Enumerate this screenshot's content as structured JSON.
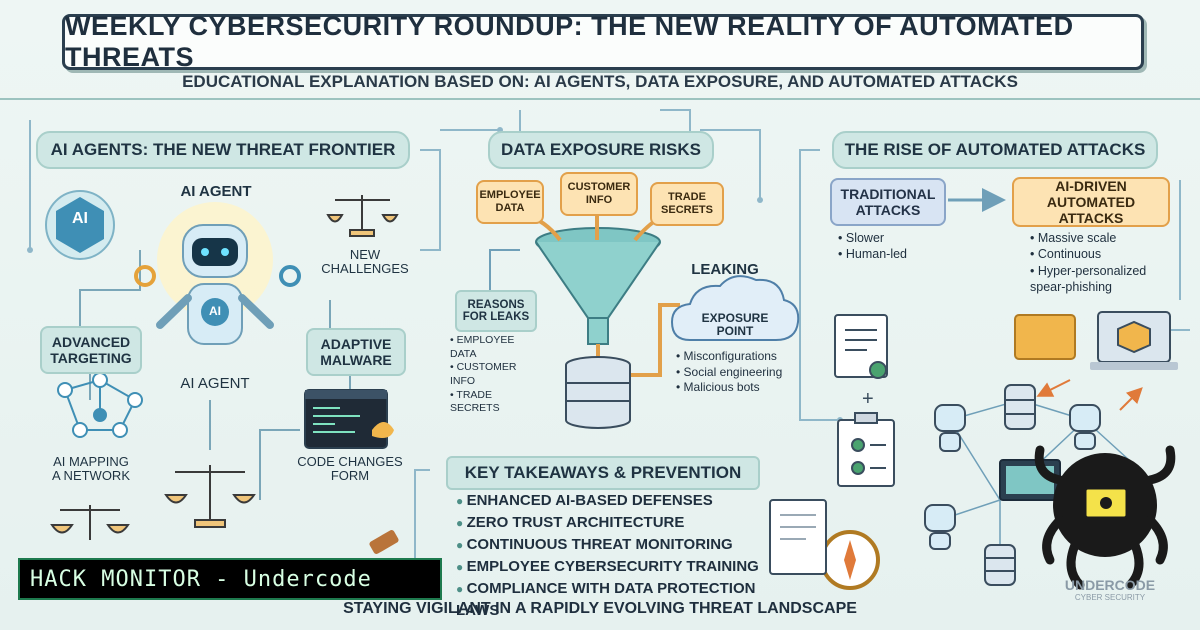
{
  "title": "WEEKLY CYBERSECURITY ROUNDUP: THE NEW REALITY OF AUTOMATED THREATS",
  "subtitle": "EDUCATIONAL EXPLANATION BASED ON: AI AGENTS, DATA EXPOSURE, AND AUTOMATED ATTACKS",
  "ai_section": {
    "heading": "AI AGENTS: THE NEW THREAT FRONTIER",
    "agent_label_top": "AI AGENT",
    "agent_label_bottom": "AI AGENT",
    "ai_icon_text": "AI",
    "robot_chest_text": "AI",
    "new_challenges": "NEW\nCHALLENGES",
    "advanced_targeting": "ADVANCED\nTARGETING",
    "adaptive_malware": "ADAPTIVE\nMALWARE",
    "ai_mapping": "AI MAPPING\nA NETWORK",
    "code_changes": "CODE CHANGES\nFORM"
  },
  "data_section": {
    "heading": "DATA EXPOSURE RISKS",
    "employee_data": "EMPLOYEE\nDATA",
    "customer_info": "CUSTOMER\nINFO",
    "trade_secrets": "TRADE\nSECRETS",
    "leaking": "LEAKING",
    "reasons_title": "REASONS\nFOR LEAKS",
    "reasons": [
      "EMPLOYEE DATA",
      "CUSTOMER INFO",
      "TRADE SECRETS"
    ],
    "exposure_point": "EXPOSURE\nPOINT",
    "exposure_items": [
      "Misconfigurations",
      "Social engineering",
      "Malicious bots"
    ]
  },
  "auto_section": {
    "heading": "THE RISE OF AUTOMATED ATTACKS",
    "traditional": "TRADITIONAL\nATTACKS",
    "traditional_items": [
      "Slower",
      "Human-led"
    ],
    "ai_driven": "AI-DRIVEN\nAUTOMATED ATTACKS",
    "ai_driven_items": [
      "Massive scale",
      "Continuous",
      "Hyper-personalized spear-phishing"
    ]
  },
  "takeaways": {
    "heading": "KEY TAKEAWAYS & PREVENTION",
    "items": [
      "ENHANCED AI-BASED DEFENSES",
      "ZERO TRUST ARCHITECTURE",
      "CONTINUOUS THREAT MONITORING",
      "EMPLOYEE CYBERSECURITY TRAINING",
      "COMPLIANCE WITH DATA PROTECTION LAWS"
    ]
  },
  "footer": "STAYING VIGILANT IN A RAPIDLY EVOLVING THREAT LANDSCAPE",
  "watermark_badge": "HACK MONITOR - Undercode",
  "logo_text": "UNDERCODE",
  "logo_subtext": "CYBER SECURITY",
  "colors": {
    "accent_teal": "#4d8f87",
    "orange": "#e2a04a",
    "navy": "#2b3f4f",
    "pill": "#cfe7e4"
  }
}
